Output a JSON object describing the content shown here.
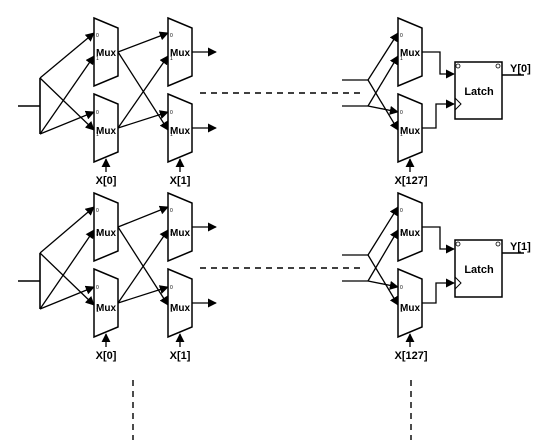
{
  "diagram": {
    "mux_label": "Mux",
    "mux_pin_top": "0",
    "mux_pin_bottom": "1",
    "latch_label": "Latch",
    "rows": [
      {
        "select_labels": [
          "X[0]",
          "X[1]",
          "X[127]"
        ],
        "output_label": "Y[0]"
      },
      {
        "select_labels": [
          "X[0]",
          "X[1]",
          "X[127]"
        ],
        "output_label": "Y[1]"
      }
    ]
  }
}
